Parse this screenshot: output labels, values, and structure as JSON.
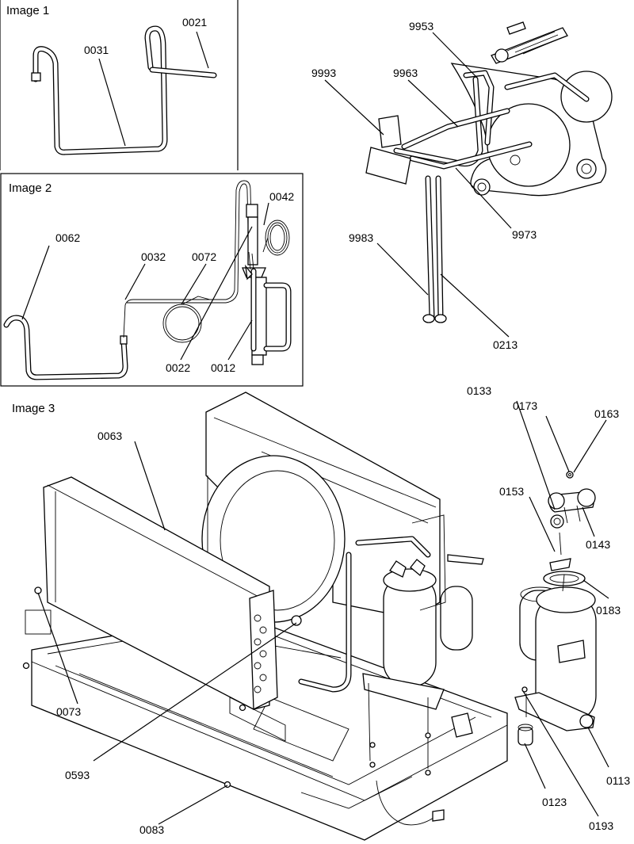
{
  "panels": [
    {
      "id": "image1",
      "title": "Image 1"
    },
    {
      "id": "image2",
      "title": "Image 2"
    },
    {
      "id": "image3",
      "title": "Image 3"
    }
  ],
  "labels": {
    "p0021": "0021",
    "p0031": "0031",
    "p0062": "0062",
    "p0032": "0032",
    "p0072": "0072",
    "p0042": "0042",
    "p0022": "0022",
    "p0012": "0012",
    "p9953": "9953",
    "p9993": "9993",
    "p9963": "9963",
    "p9983": "9983",
    "p9973": "9973",
    "p0213": "0213",
    "p0063": "0063",
    "p0073": "0073",
    "p0593": "0593",
    "p0083": "0083",
    "p0133": "0133",
    "p0173": "0173",
    "p0163": "0163",
    "p0153": "0153",
    "p0143": "0143",
    "p0183": "0183",
    "p0113": "0113",
    "p0123": "0123",
    "p0193": "0193"
  }
}
